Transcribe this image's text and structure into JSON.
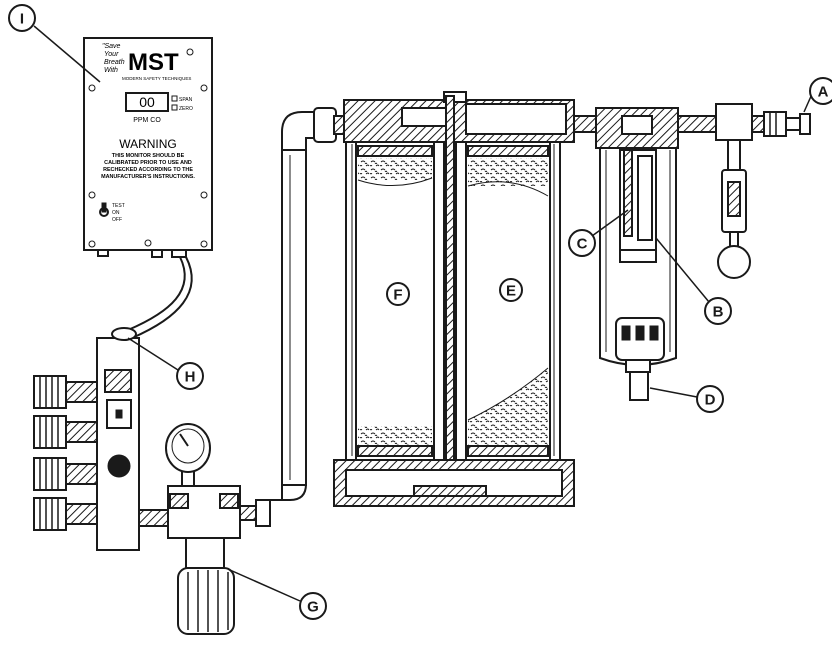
{
  "monitor": {
    "slogan_line1": "\"Save",
    "slogan_line2": "Your",
    "slogan_line3": "Breath",
    "slogan_line4": "With",
    "logo": "MST",
    "company": "MODERN SAFETY TECHNIQUES",
    "display_value": "00",
    "span_label": "SPAN",
    "zero_label": "ZERO",
    "unit_label": "PPM CO",
    "warning_title": "WARNING",
    "warning_line1": "THIS MONITOR SHOULD BE",
    "warning_line2": "CALIBRATED PRIOR TO USE AND",
    "warning_line3": "RECHECKED ACCORDING TO THE",
    "warning_line4": "MANUFACTURER'S INSTRUCTIONS.",
    "switch_test": "TEST",
    "switch_on": "ON",
    "switch_off": "OFF"
  },
  "callouts": {
    "A": "A",
    "B": "B",
    "C": "C",
    "D": "D",
    "E": "E",
    "F": "F",
    "G": "G",
    "H": "H",
    "I": "I"
  }
}
